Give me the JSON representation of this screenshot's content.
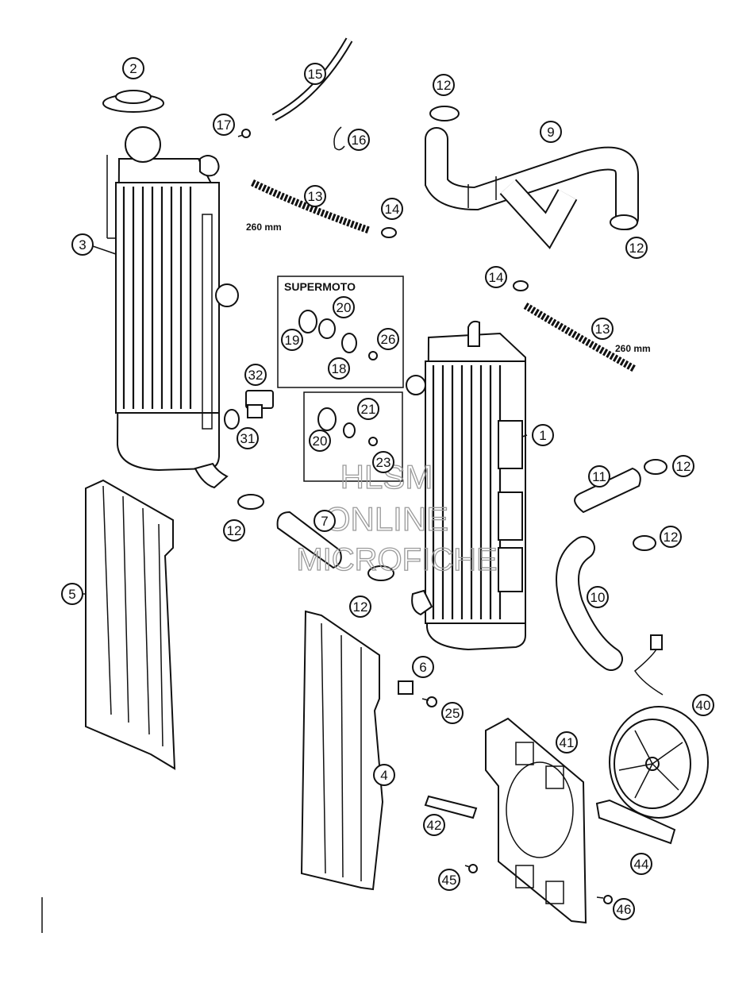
{
  "diagram": {
    "watermark": [
      "HLSM",
      "ONLINE",
      "MICROFICHE"
    ],
    "box_label": "SUPERMOTO",
    "hose_lengths": {
      "left": "260 mm",
      "right": "260 mm"
    },
    "callouts": {
      "c1": "1",
      "c2": "2",
      "c3": "3",
      "c4": "4",
      "c5": "5",
      "c6": "6",
      "c7": "7",
      "c9": "9",
      "c10": "10",
      "c11": "11",
      "c12a": "12",
      "c12b": "12",
      "c12c": "12",
      "c12d": "12",
      "c12e": "12",
      "c12f": "12",
      "c13a": "13",
      "c13b": "13",
      "c14a": "14",
      "c14b": "14",
      "c15": "15",
      "c16": "16",
      "c17": "17",
      "c18": "18",
      "c19": "19",
      "c20a": "20",
      "c20b": "20",
      "c21": "21",
      "c23": "23",
      "c25": "25",
      "c26": "26",
      "c31": "31",
      "c32": "32",
      "c40": "40",
      "c41": "41",
      "c42": "42",
      "c44": "44",
      "c45": "45",
      "c46": "46"
    }
  }
}
